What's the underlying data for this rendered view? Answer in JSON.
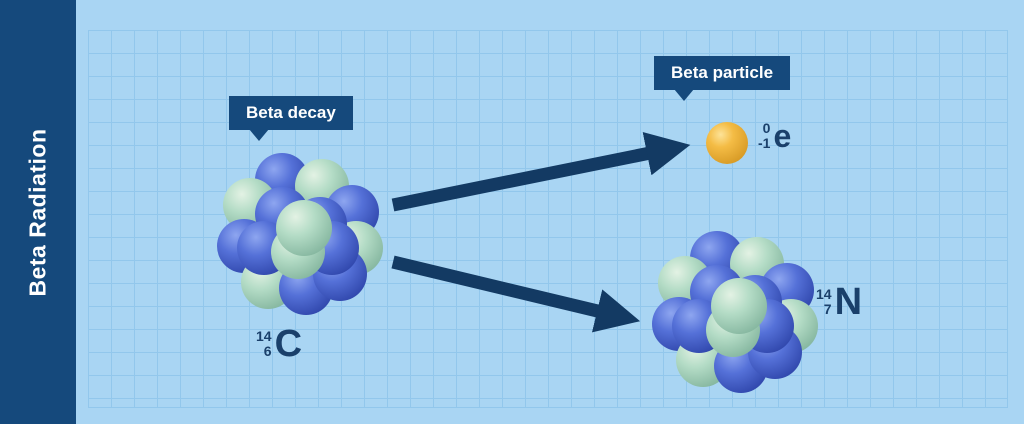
{
  "sidebar": {
    "title": "Beta Radiation"
  },
  "callouts": {
    "beta_decay": "Beta decay",
    "beta_particle": "Beta particle"
  },
  "nuclides": {
    "carbon": {
      "mass": "14",
      "atomic": "6",
      "symbol": "C"
    },
    "nitrogen": {
      "mass": "14",
      "atomic": "7",
      "symbol": "N"
    },
    "electron": {
      "mass": "0",
      "atomic": "-1",
      "symbol": "e"
    }
  },
  "colors": {
    "sidebar_bg": "#15497C",
    "background": "#A9D5F3",
    "grid_line": "#92C7EC",
    "callout_bg": "#15497C",
    "arrow": "#133A63",
    "label_text": "#1A406B",
    "nucleon_blue": "#4A66D0",
    "nucleon_green": "#A8D4BD",
    "beta_particle_yellow": "#F2B93F"
  }
}
